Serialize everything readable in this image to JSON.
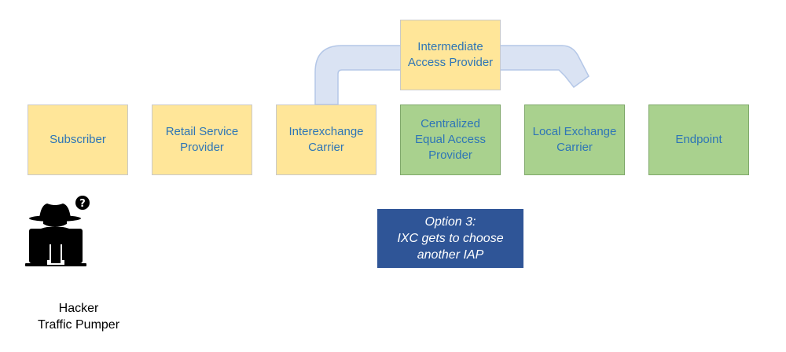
{
  "colors": {
    "yellow_box": "#ffe699",
    "green_box": "#a9d18e",
    "box_text": "#2e75b6",
    "option_box": "#2f5597",
    "route_arrow": "#dae3f3"
  },
  "chain": [
    {
      "label": "Subscriber"
    },
    {
      "label": "Retail Service\nProvider"
    },
    {
      "label": "Interexchange\nCarrier"
    },
    {
      "label": "Centralized\nEqual Access\nProvider"
    },
    {
      "label": "Local Exchange\nCarrier"
    },
    {
      "label": "Endpoint"
    }
  ],
  "intermediate": {
    "label": "Intermediate\nAccess Provider"
  },
  "option": {
    "text": "Option 3:\nIXC gets to choose\nanother  IAP"
  },
  "hacker": {
    "label": "Hacker\nTraffic Pumper",
    "icon": "hacker-icon",
    "badge": "question-icon"
  }
}
